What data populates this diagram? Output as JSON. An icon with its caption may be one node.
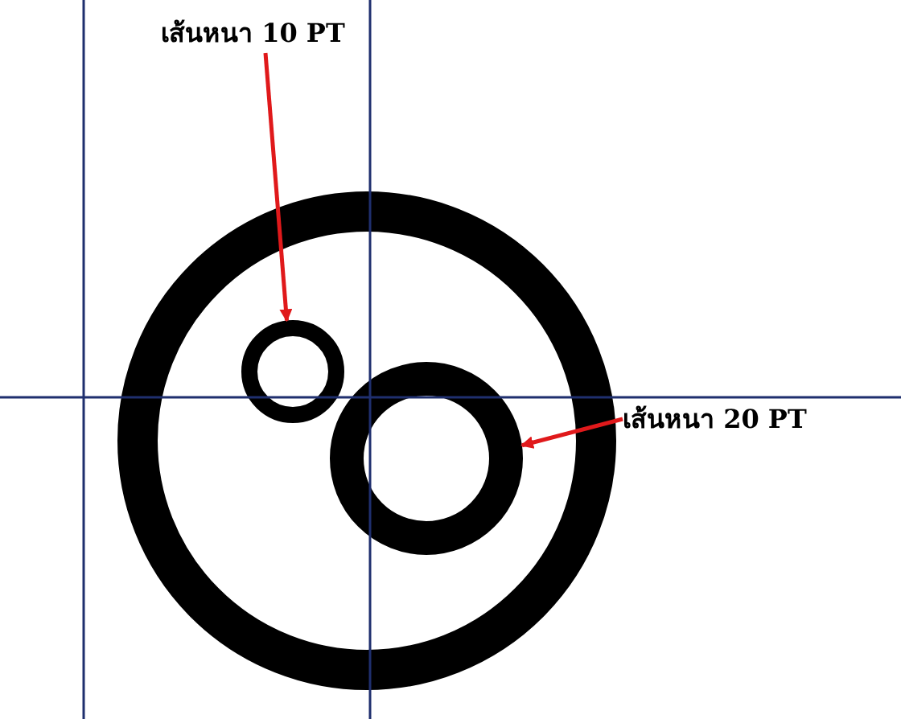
{
  "diagram": {
    "nodes": [
      {
        "text": [
          "เส้นหนา 10 PT"
        ]
      },
      {
        "text": [],
        "shape": "circle"
      },
      {
        "text": [],
        "shape": "circle",
        "in": 1
      },
      {
        "text": [],
        "shape": "circle",
        "in": 1
      },
      {
        "text": [
          "เส้นหนา 20 PT"
        ]
      }
    ],
    "edges": [
      {
        "from": 0,
        "to": 2,
        "arrow": "to"
      },
      {
        "from": 4,
        "to": 3,
        "arrow": "to"
      }
    ]
  }
}
